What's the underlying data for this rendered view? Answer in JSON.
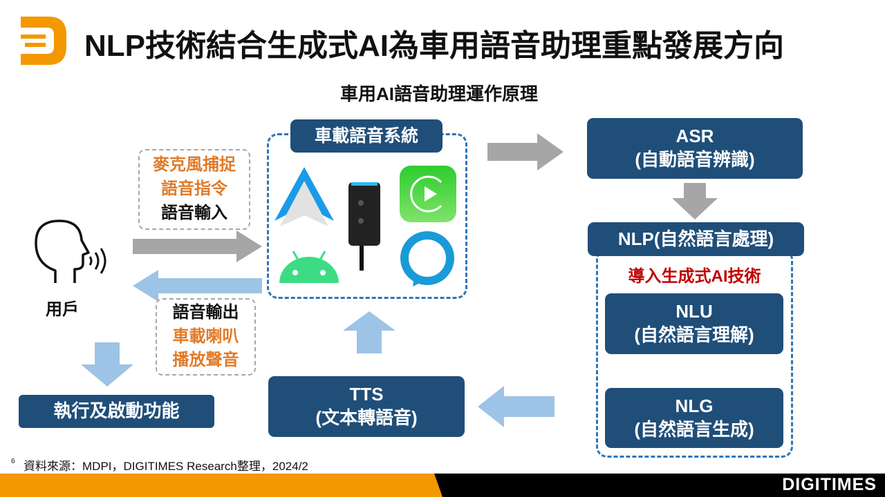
{
  "title": "NLP技術結合生成式AI為車用語音助理重點發展方向",
  "subtitle": "車用AI語音助理運作原理",
  "system_label": "車載語音系統",
  "asr": {
    "title": "ASR",
    "desc": "(自動語音辨識)"
  },
  "nlp": {
    "title": "NLP(自然語言處理)",
    "note": "導入生成式AI技術"
  },
  "nlu": {
    "title": "NLU",
    "desc": "(自然語言理解)"
  },
  "nlg": {
    "title": "NLG",
    "desc": "(自然語言生成)"
  },
  "tts": {
    "title": "TTS",
    "desc": "(文本轉語音)"
  },
  "input_box": [
    "麥克風捕捉",
    "語音指令",
    "語音輸入"
  ],
  "output_box": [
    "語音輸出",
    "車載喇叭",
    "播放聲音"
  ],
  "user_label": "用戶",
  "action_label": "執行及啟動功能",
  "footer": {
    "page": "6",
    "source": "資料來源：MDPI，DIGITIMES Research整理，2024/2",
    "brand": "DIGITIMES"
  },
  "colors": {
    "navy": "#1f4e79",
    "orange": "#f39800",
    "red": "#c00000"
  }
}
